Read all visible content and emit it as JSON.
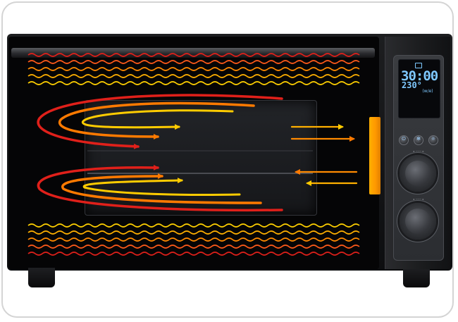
{
  "display": {
    "time": "30:00",
    "temperature": "230°",
    "mode": "(w/e)"
  },
  "colors": {
    "heat_red": "#e0201a",
    "heat_orange": "#ff7a00",
    "heat_yellow": "#ffcc00",
    "accent_strip": "#ff9800",
    "display_blue": "#7ec8ff"
  },
  "icons": {
    "display_lock": "lock-icon",
    "button_left": "power-icon",
    "button_middle": "fan-icon",
    "button_right": "light-icon"
  }
}
